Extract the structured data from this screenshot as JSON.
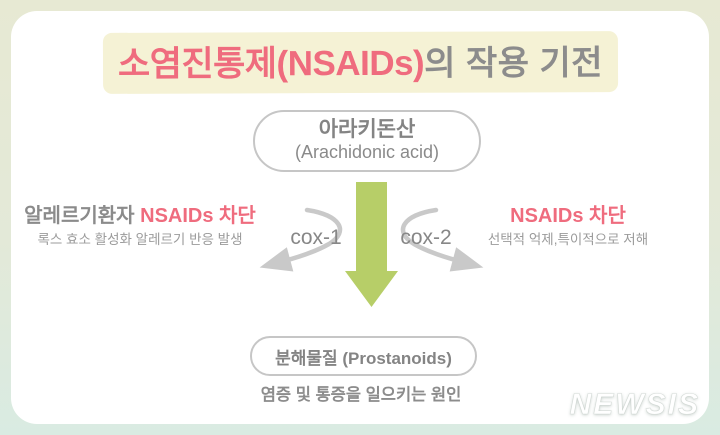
{
  "title": {
    "accent": "소염진통제(NSAIDs)",
    "rest": "의 작용 기전"
  },
  "source_box": {
    "name_ko": "아라키돈산",
    "name_en": "(Arachidonic acid)"
  },
  "pathways": {
    "cox1": {
      "label": "cox-1",
      "note_lead": "알레르기환자 ",
      "note_accent": "NSAIDs 차단",
      "note_sub": "록스 효소 활성화 알레르기 반응 발생"
    },
    "cox2": {
      "label": "cox-2",
      "note_accent": "NSAIDs 차단",
      "note_sub": "선택적 억제,특이적으로 저해"
    }
  },
  "result_box": {
    "label": "분해물질 (Prostanoids)"
  },
  "caption": "염증 및 통증을 일으키는 원인",
  "watermark": "NEWSIS",
  "icons": {
    "down_arrow": "down-arrow",
    "curved_arrow_left": "curved-arrow-left",
    "curved_arrow_right": "curved-arrow-right"
  },
  "colors": {
    "accent_pink": "#ef6c7e",
    "title_gray": "#8c8c8c",
    "highlight_band": "#f5f2d5",
    "arrow_green": "#b7ce68",
    "arrow_gray": "#c9c9c9",
    "box_border": "#c6c6c6",
    "bg_top": "#e7e9d3",
    "bg_bottom": "#d9ebe2"
  }
}
